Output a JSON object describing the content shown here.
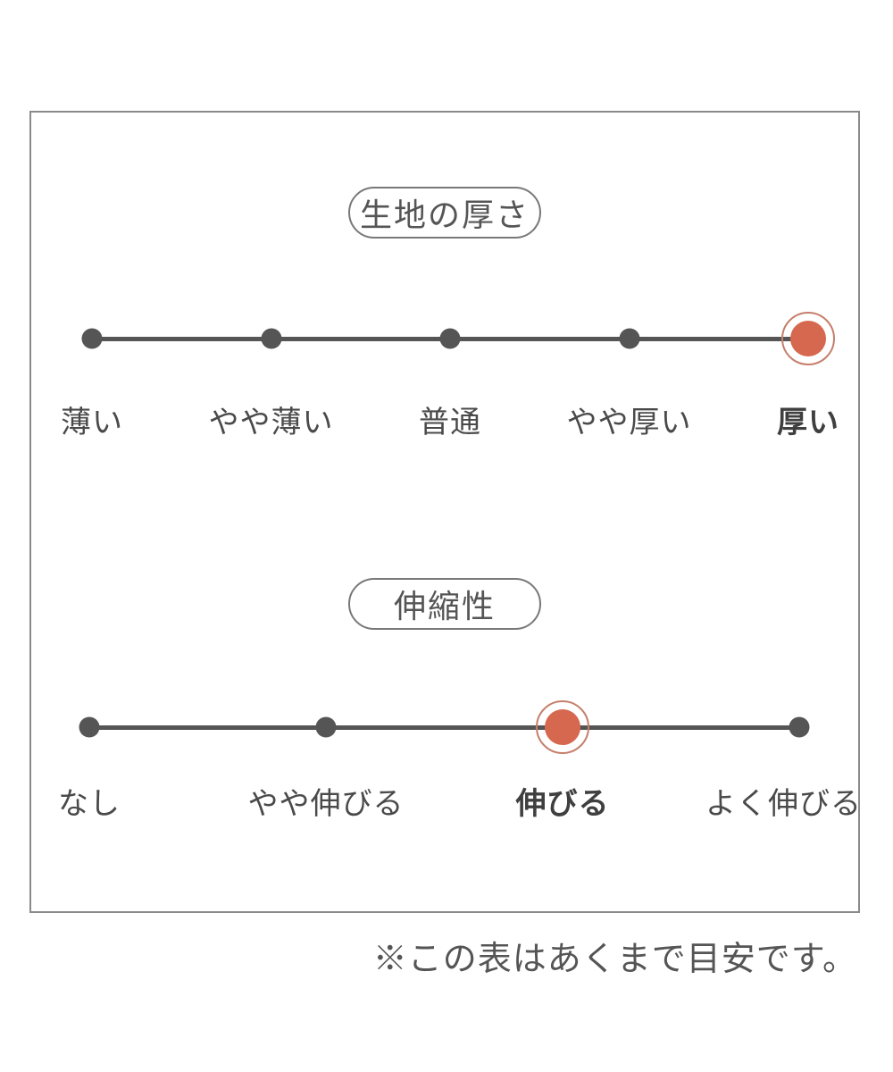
{
  "colors": {
    "accent": "#d5684f",
    "accent_ring": "#c57f6b",
    "line": "#555555",
    "label_text": "#4a4a4a",
    "frame_border": "#8a8a8a",
    "pill_border": "#787878"
  },
  "chart_data": [
    {
      "type": "scale",
      "title": "生地の厚さ",
      "categories": [
        "薄い",
        "やや薄い",
        "普通",
        "やや厚い",
        "厚い"
      ],
      "selected": "厚い",
      "selected_index": 4,
      "levels": 5
    },
    {
      "type": "scale",
      "title": "伸縮性",
      "categories": [
        "なし",
        "やや伸びる",
        "伸びる",
        "よく伸びる"
      ],
      "selected": "伸びる",
      "selected_index": 2,
      "levels": 4
    }
  ],
  "footnote": "※この表はあくまで目安です。"
}
